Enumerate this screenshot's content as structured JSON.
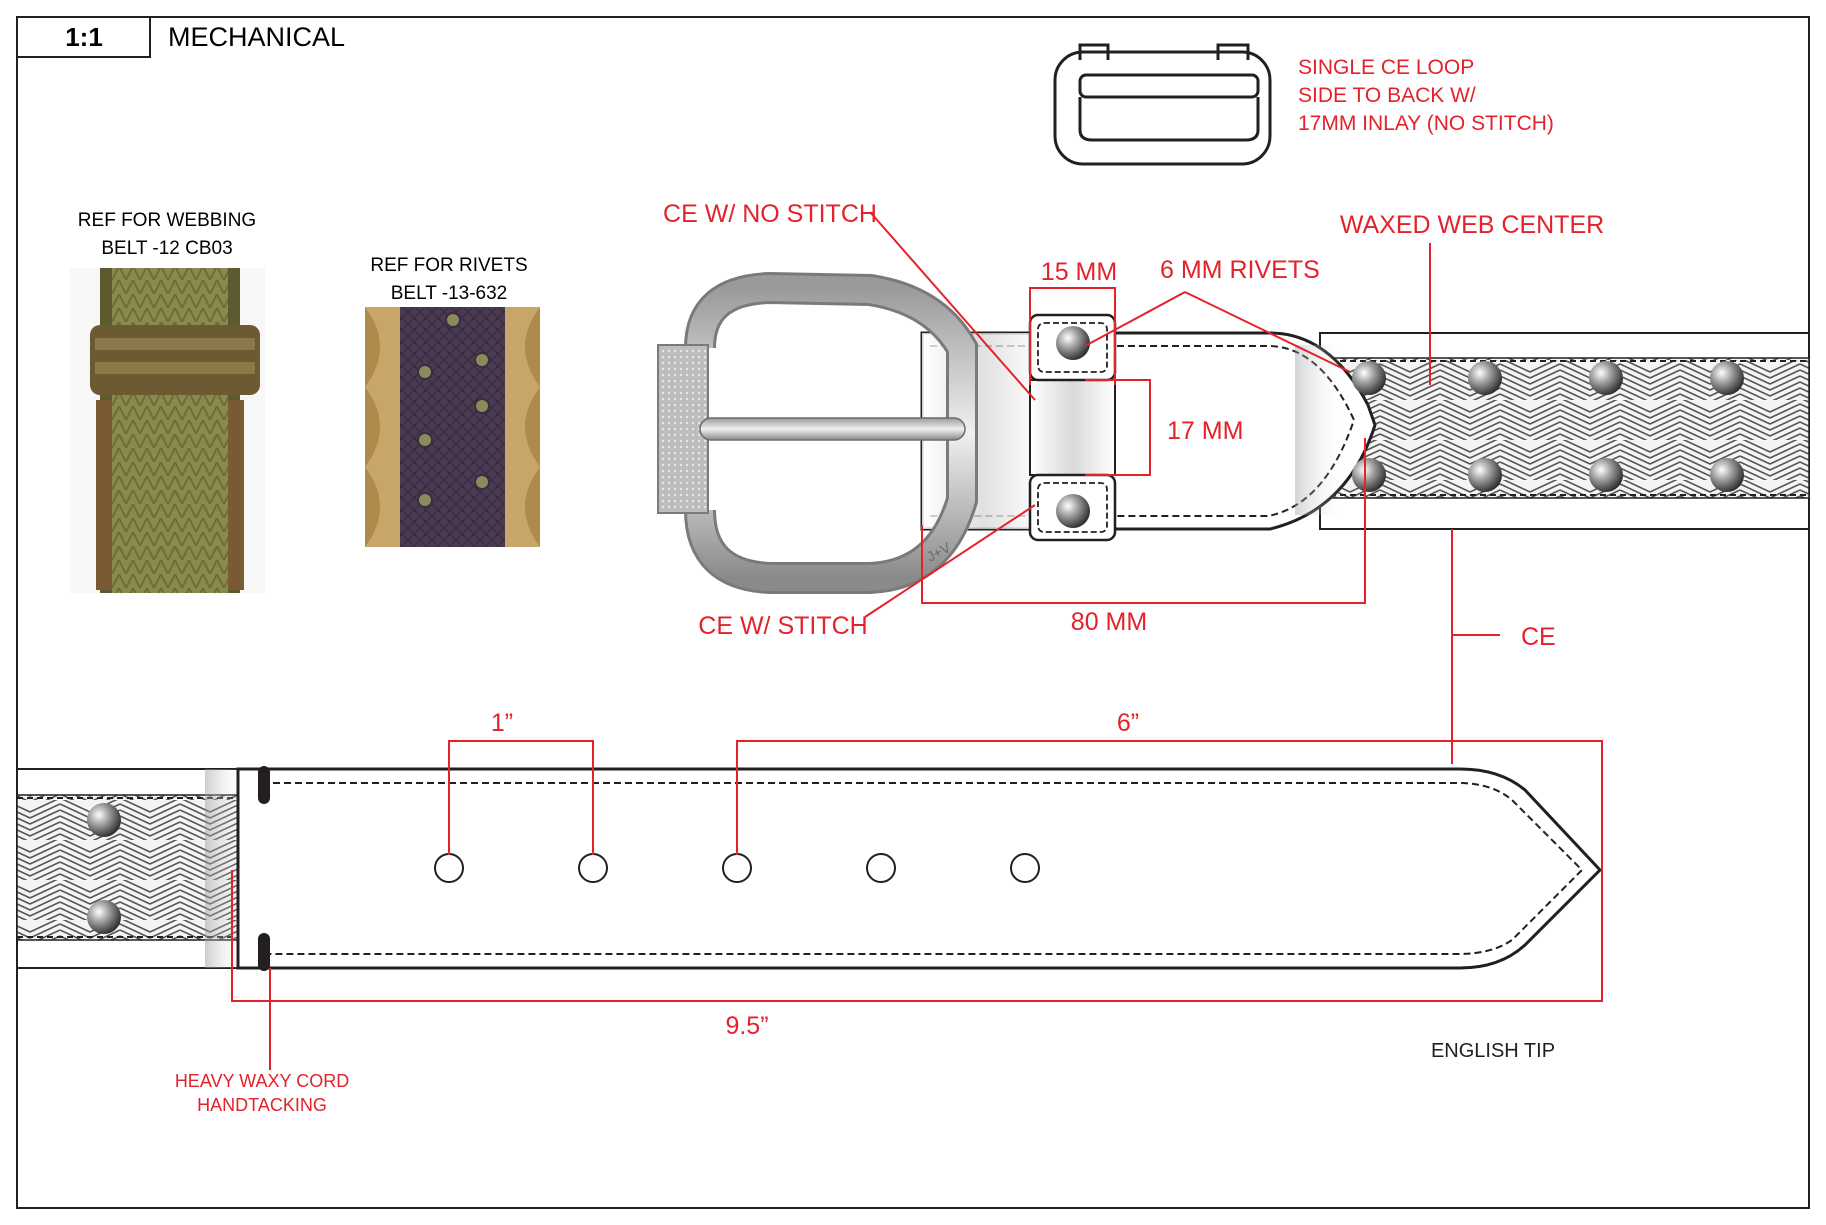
{
  "header": {
    "scale": "1:1",
    "title": "MECHANICAL"
  },
  "references": {
    "webbing": {
      "line1": "REF FOR WEBBING",
      "line2": "BELT -12 CB03"
    },
    "rivets": {
      "line1": "REF FOR RIVETS",
      "line2": "BELT -13-632"
    }
  },
  "loop_callout": {
    "line1": "SINGLE CE LOOP",
    "line2": "SIDE TO BACK W/",
    "line3": "17MM INLAY (NO STITCH)"
  },
  "callouts": {
    "ce_no_stitch": "CE W/ NO STITCH",
    "ce_stitch": "CE W/ STITCH",
    "waxed_web_center": "WAXED WEB CENTER",
    "rivets_6mm": "6 MM  RIVETS",
    "ce": "CE",
    "handtacking_line1": "HEAVY WAXY CORD",
    "handtacking_line2": "HANDTACKING",
    "english_tip": "ENGLISH TIP"
  },
  "dimensions": {
    "loop_width": "15 MM",
    "loop_inlay": "17 MM",
    "buckle_end": "80 MM",
    "hole_spacing": "1”",
    "tip_to_hole": "6”",
    "tip_length": "9.5”"
  },
  "colors": {
    "annotation": "#e3222b",
    "outline": "#231f20",
    "metal": "#c8c8c8"
  },
  "icons": {
    "buckle": "roller-buckle-icon",
    "rivet": "rivet-icon",
    "hole": "belt-hole-icon"
  }
}
